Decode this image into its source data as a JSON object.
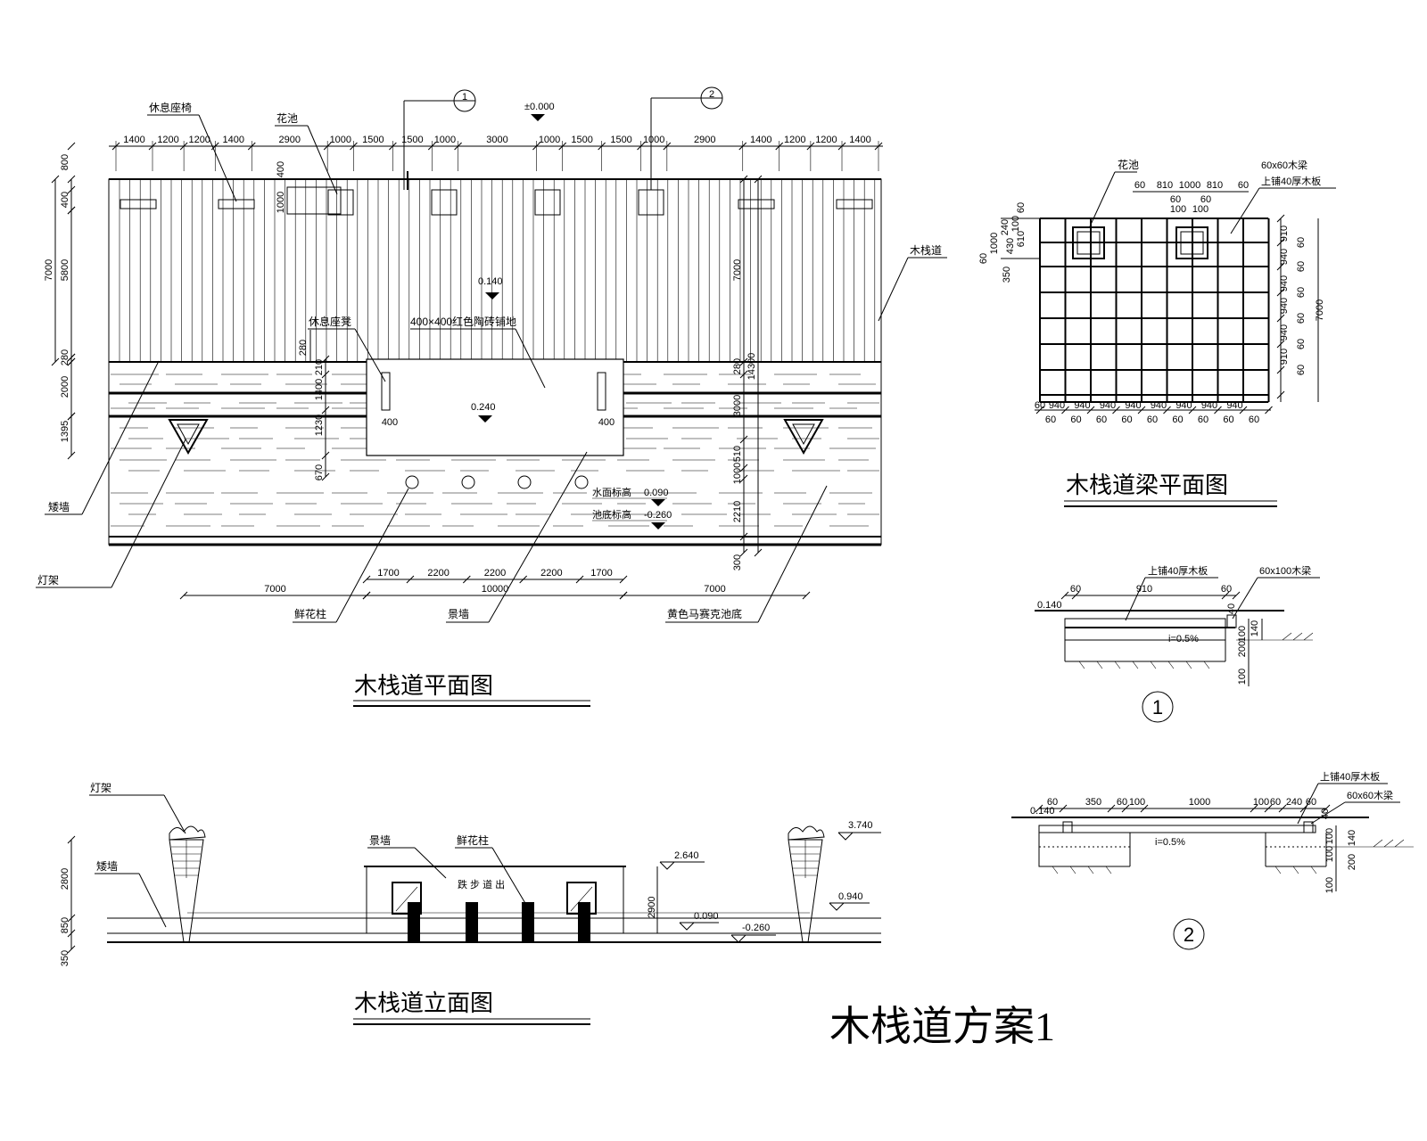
{
  "plan": {
    "title": "木栈道平面图",
    "top_dims": [
      "1400",
      "1200",
      "1200",
      "1400",
      "2900",
      "1000",
      "1500",
      "1500",
      "1000",
      "3000",
      "1000",
      "1500",
      "1500",
      "1000",
      "2900",
      "1400",
      "1200",
      "1200",
      "1400"
    ],
    "left_dims": [
      "800",
      "400",
      "5800",
      "280",
      "2000",
      "1395"
    ],
    "left_total": "7000",
    "mid_dims": [
      "280",
      "210",
      "1400",
      "1230",
      "670"
    ],
    "right_dims": [
      "280",
      "3000",
      "510",
      "1000",
      "2210",
      "300"
    ],
    "right_total_a": "7000",
    "right_total_b": "14300",
    "bottom_dims_a": [
      "1700",
      "2200",
      "2200",
      "2200",
      "1700"
    ],
    "bottom_dims_b": [
      "7000",
      "10000",
      "7000"
    ],
    "wall_dim": "400",
    "wall_dim2": "400",
    "flower_dim_v": "400",
    "flower_dim_h": "1000",
    "labels": {
      "seat": "休息座椅",
      "planter": "花池",
      "walkway": "木栈道",
      "bench": "休息座凳",
      "paving": "400×400红色陶砖铺地",
      "railing": "矮墙",
      "lamp": "灯架",
      "column": "鲜花柱",
      "scene_wall": "景墙",
      "pond": "黄色马赛克池底",
      "water_level": "水面标高",
      "pond_level": "池底标高"
    },
    "elevations": {
      "zero": "±0.000",
      "e1": "0.140",
      "e2": "0.240",
      "water": "0.090",
      "bottom": "-0.260"
    },
    "section_marks": [
      "1",
      "2"
    ]
  },
  "beam_plan": {
    "title": "木栈道梁平面图",
    "labels": {
      "planter": "花池",
      "beam": "60x60木梁",
      "board": "上铺40厚木板"
    },
    "top_dims": [
      "60",
      "810",
      "1000",
      "810",
      "60"
    ],
    "top_dims2": [
      "60",
      "60",
      "100",
      "100"
    ],
    "left_dims": [
      "60",
      "240",
      "100",
      "60",
      "1000",
      "430",
      "610",
      "350"
    ],
    "right_dims": [
      "910",
      "60",
      "940",
      "60",
      "940",
      "60",
      "940",
      "60",
      "940",
      "60",
      "910",
      "60"
    ],
    "right_total": "7000",
    "bottom_a": [
      "940",
      "940",
      "940",
      "940",
      "940",
      "940",
      "940",
      "940"
    ],
    "bottom_b": [
      "60",
      "60",
      "60",
      "60",
      "60",
      "60",
      "60",
      "60",
      "60"
    ],
    "bottom_first": "60",
    "bottom_last": "60"
  },
  "section1": {
    "mark": "1",
    "labels": {
      "board": "上铺40厚木板",
      "beam": "60x100木梁"
    },
    "dims_top": [
      "60",
      "910",
      "60"
    ],
    "dims_right": [
      "40",
      "100",
      "140",
      "200",
      "100"
    ],
    "elev": "0.140",
    "slope": "i=0.5%"
  },
  "section2": {
    "mark": "2",
    "labels": {
      "board": "上铺40厚木板",
      "beam": "60x60木梁"
    },
    "dims_top": [
      "60",
      "350",
      "60",
      "100",
      "1000",
      "100",
      "60",
      "240",
      "60"
    ],
    "dims_right": [
      "40",
      "100",
      "140",
      "100",
      "200",
      "100"
    ],
    "elev": "0.140",
    "slope": "i=0.5%"
  },
  "elevation": {
    "title": "木栈道立面图",
    "labels": {
      "lamp": "灯架",
      "railing": "矮墙",
      "scene_wall": "景墙",
      "column": "鲜花柱",
      "wall_text": "跌 步 道 出"
    },
    "left_dims": [
      "2800",
      "850",
      "350"
    ],
    "mid_dim": "2900",
    "elevs": [
      "3.740",
      "2.640",
      "0.940",
      "0.090",
      "-0.260"
    ]
  },
  "main_title": "木栈道方案1"
}
